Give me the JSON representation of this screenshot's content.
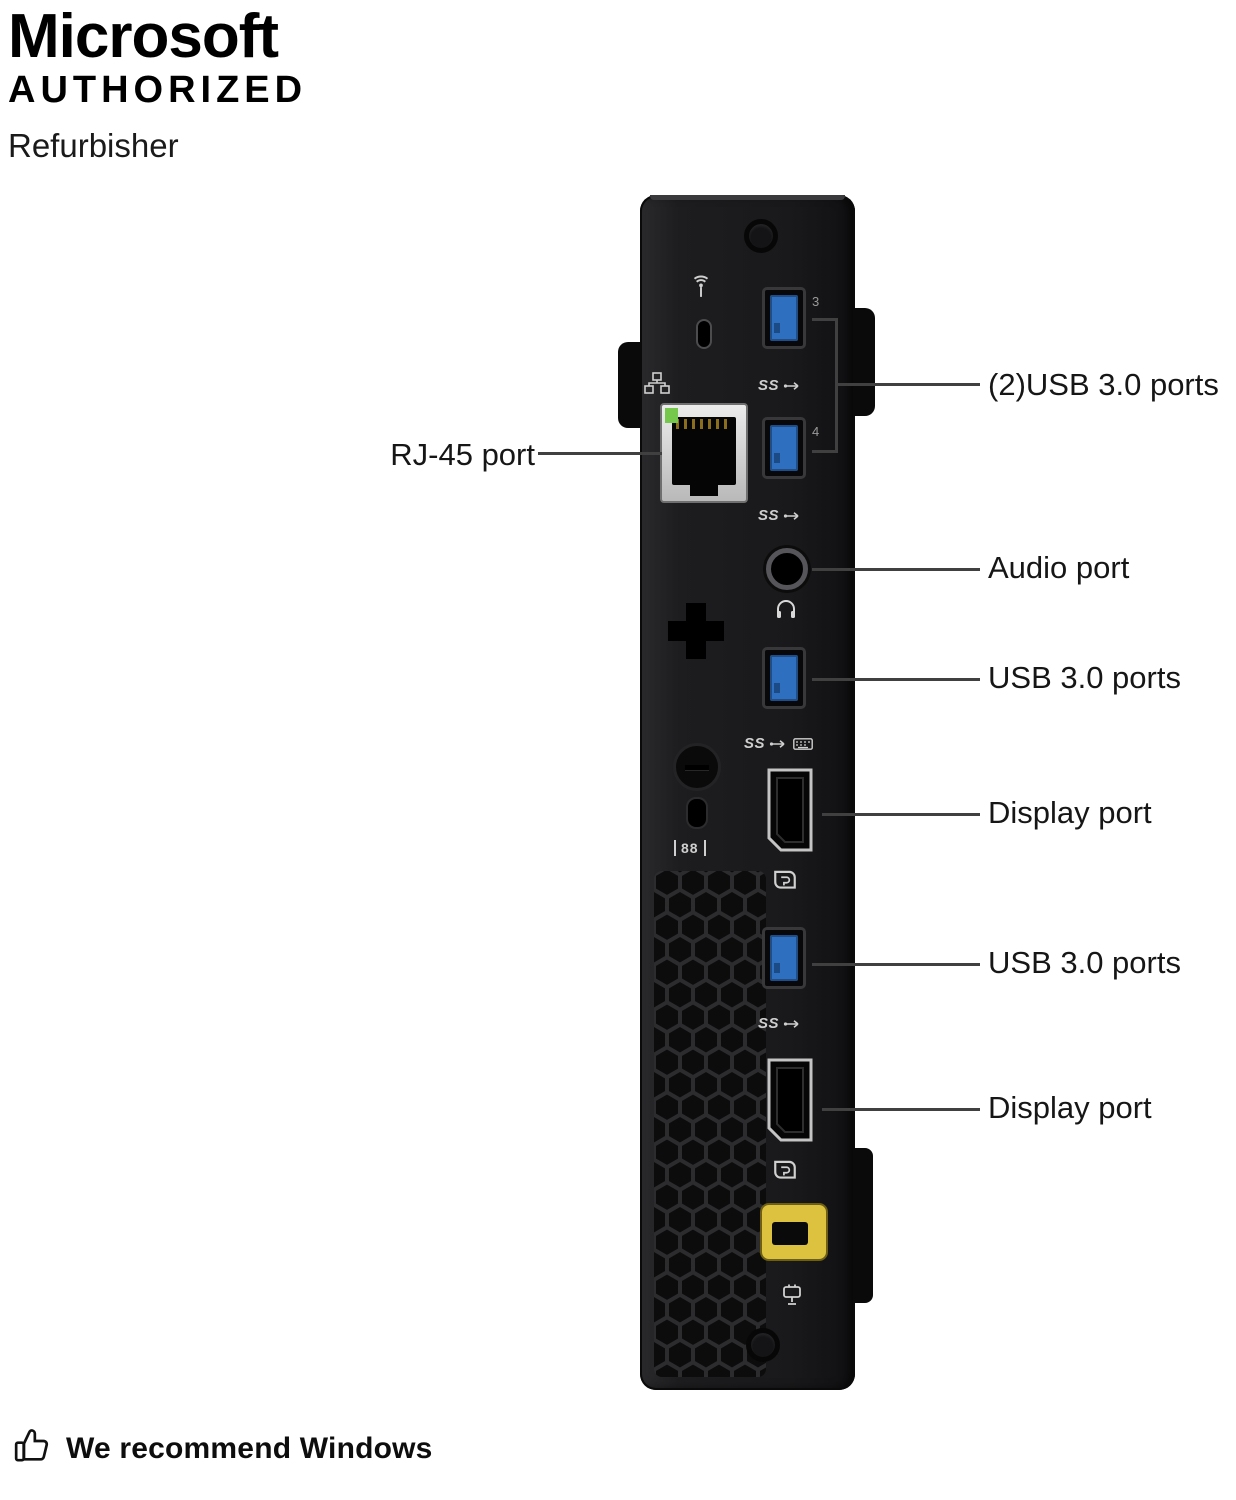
{
  "branding": {
    "line1": "Microsoft",
    "line2": "AUTHORIZED",
    "line3": "Refurbisher"
  },
  "device": {
    "type": "mini-pc-rear-panel",
    "glyphs": {
      "usb_ss": "SS",
      "port_num_top": "3",
      "port_num_second": "4",
      "io_88": "88"
    },
    "colors": {
      "usb_blue": "#2f6fc0",
      "power_yellow": "#ddc23f",
      "led_green": "#76c84c",
      "body": "#1b1b1d"
    }
  },
  "annotations": [
    {
      "label": "RJ-45 port",
      "side": "left"
    },
    {
      "label": "(2)USB 3.0 ports",
      "side": "right"
    },
    {
      "label": "Audio port",
      "side": "right"
    },
    {
      "label": "USB 3.0 ports",
      "side": "right"
    },
    {
      "label": "Display port",
      "side": "right"
    },
    {
      "label": "USB 3.0 ports",
      "side": "right"
    },
    {
      "label": "Display port",
      "side": "right"
    }
  ],
  "footer": {
    "text": "We recommend Windows"
  }
}
